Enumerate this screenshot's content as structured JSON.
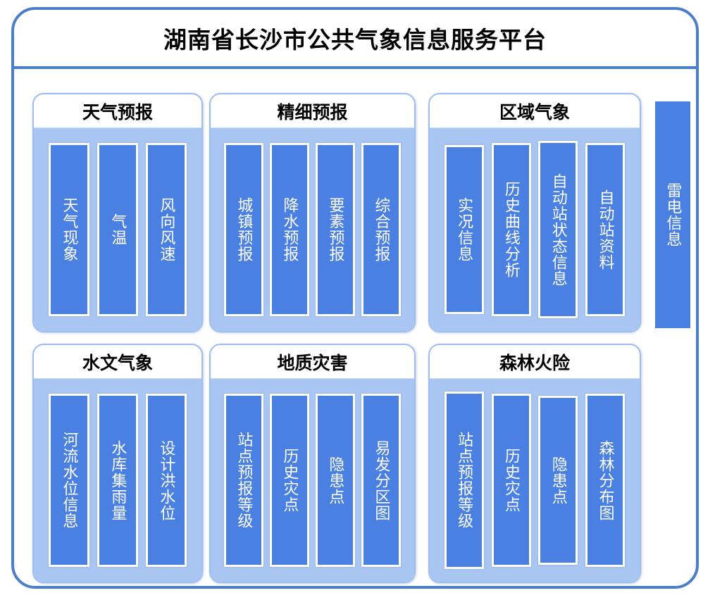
{
  "header": {
    "title": "湖南省长沙市公共气象信息服务平台"
  },
  "colors": {
    "frame_border": "#4a7ec8",
    "panel_border": "#9dbdf0",
    "panel_body": "#a9c5f2",
    "item_bar": "#4a80e2",
    "item_text": "#ffffff",
    "title_text": "#000000"
  },
  "panels": [
    {
      "id": "weather-forecast",
      "title": "天气预报",
      "items": [
        {
          "label": "天气现象"
        },
        {
          "label": "气温"
        },
        {
          "label": "风向风速"
        }
      ]
    },
    {
      "id": "fine-forecast",
      "title": "精细预报",
      "items": [
        {
          "label": "城镇预报"
        },
        {
          "label": "降水预报"
        },
        {
          "label": "要素预报"
        },
        {
          "label": "综合预报"
        }
      ]
    },
    {
      "id": "regional-meteorology",
      "title": "区域气象",
      "items": [
        {
          "label": "实况信息"
        },
        {
          "label": "历史曲线分析"
        },
        {
          "label": "自动站状态信息"
        },
        {
          "label": "自动站资料"
        }
      ]
    },
    {
      "id": "hydrological-meteorology",
      "title": "水文气象",
      "items": [
        {
          "label": "河流水位信息"
        },
        {
          "label": "水库集雨量"
        },
        {
          "label": "设计洪水位"
        }
      ]
    },
    {
      "id": "geological-disaster",
      "title": "地质灾害",
      "items": [
        {
          "label": "站点预报等级"
        },
        {
          "label": "历史灾点"
        },
        {
          "label": "隐患点"
        },
        {
          "label": "易发分区图"
        }
      ]
    },
    {
      "id": "forest-fire-risk",
      "title": "森林火险",
      "items": [
        {
          "label": "站点预报等级"
        },
        {
          "label": "历史灾点"
        },
        {
          "label": "隐患点"
        },
        {
          "label": "森林分布图"
        }
      ]
    }
  ],
  "side_bar": {
    "label": "雷电信息"
  }
}
